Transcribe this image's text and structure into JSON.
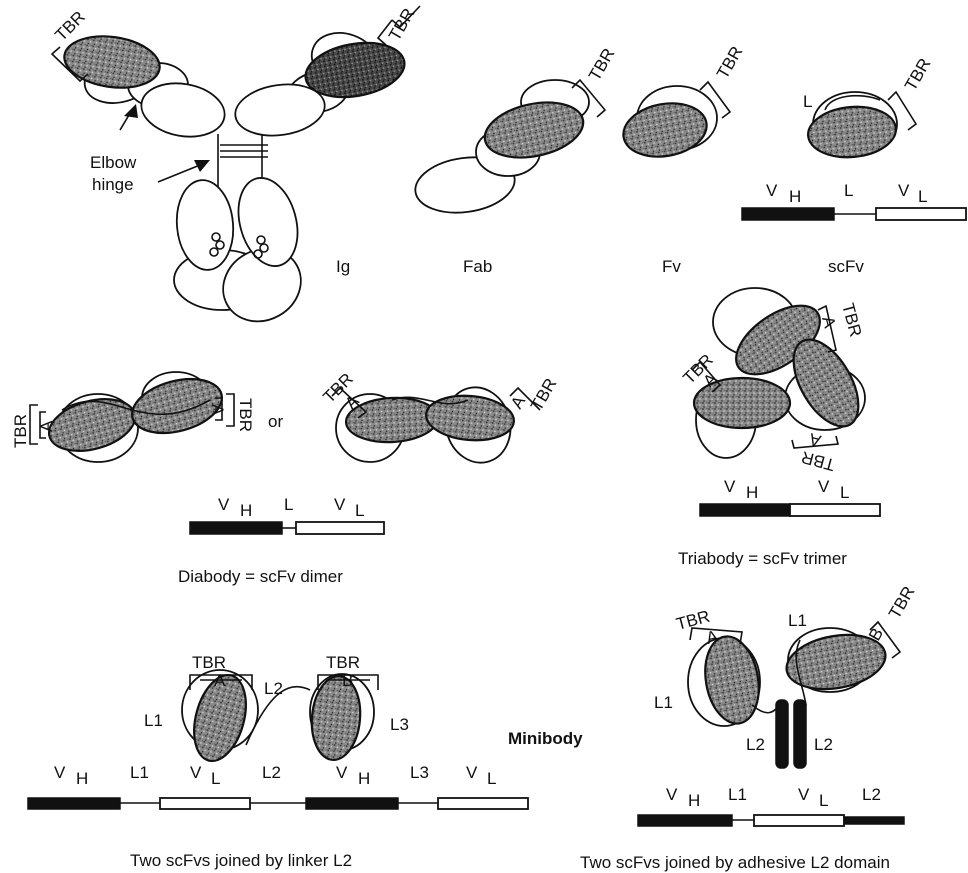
{
  "labels": {
    "tbr": "TBR",
    "a": "A",
    "b": "B",
    "elbow_hinge_1": "Elbow",
    "elbow_hinge_2": "hinge",
    "ig": "Ig",
    "fab": "Fab",
    "fv": "Fv",
    "scfv": "scFv",
    "or": "or",
    "l": "L",
    "l1": "L1",
    "l2": "L2",
    "l3": "L3",
    "v": "V",
    "h": "H",
    "minibody": "Minibody"
  },
  "captions": {
    "diabody": "Diabody = scFv dimer",
    "triabody": "Triabody = scFv trimer",
    "linker": "Two scFvs joined by linker L2",
    "adhesive": "Two scFvs joined by adhesive L2 domain"
  }
}
